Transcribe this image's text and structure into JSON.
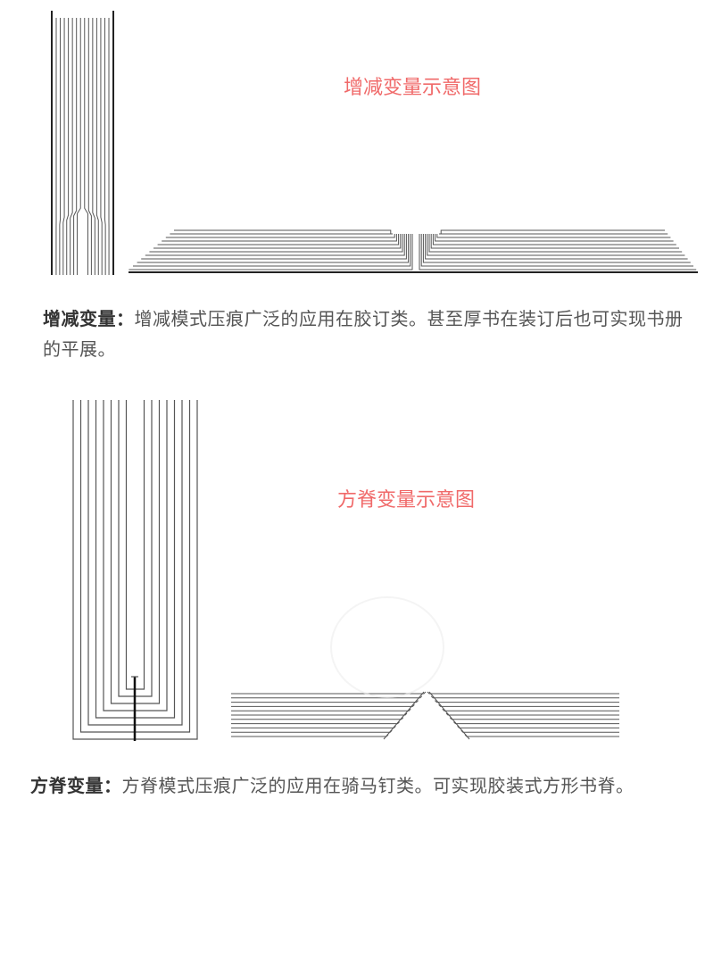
{
  "diagram1": {
    "title": "增减变量示意图",
    "caption_term": "增减变量：",
    "caption_text": "增减模式压痕广泛的应用在胶订类。甚至厚书在装订后也可实现书册的平展。"
  },
  "diagram2": {
    "title": "方脊变量示意图",
    "caption_term": "方脊变量：",
    "caption_text": "方脊模式压痕广泛的应用在骑马钉类。可实现胶装式方形书脊。"
  },
  "colors": {
    "line": "#555555",
    "accent_title": "#f06a6a"
  }
}
